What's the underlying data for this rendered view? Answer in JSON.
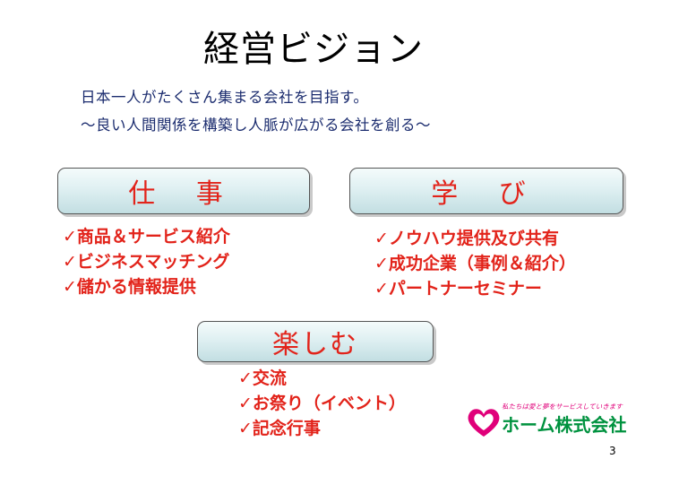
{
  "slide": {
    "title": "経営ビジョン",
    "mission": [
      "日本一人がたくさん集まる会社を目指す。",
      "～良い人間関係を構築し人脈が広がる会社を創る～"
    ],
    "sections": {
      "work": {
        "heading": "仕 事",
        "items": [
          "✓商品＆サービス紹介",
          "✓ビジネスマッチング",
          "✓儲かる情報提供"
        ]
      },
      "learn": {
        "heading": "学 び",
        "items": [
          "✓ノウハウ提供及び共有",
          "✓成功企業（事例＆紹介）",
          "✓パートナーセミナー"
        ]
      },
      "fun": {
        "heading": "楽しむ",
        "items": [
          "✓交流",
          "✓お祭り（イベント）",
          "✓記念行事"
        ]
      }
    },
    "logo": {
      "tagline": "私たちは愛と夢をサービスしていきます",
      "company": "ホーム株式会社",
      "heart_color": "#e0007a",
      "text_color": "#00923f"
    },
    "page_number": "3"
  }
}
